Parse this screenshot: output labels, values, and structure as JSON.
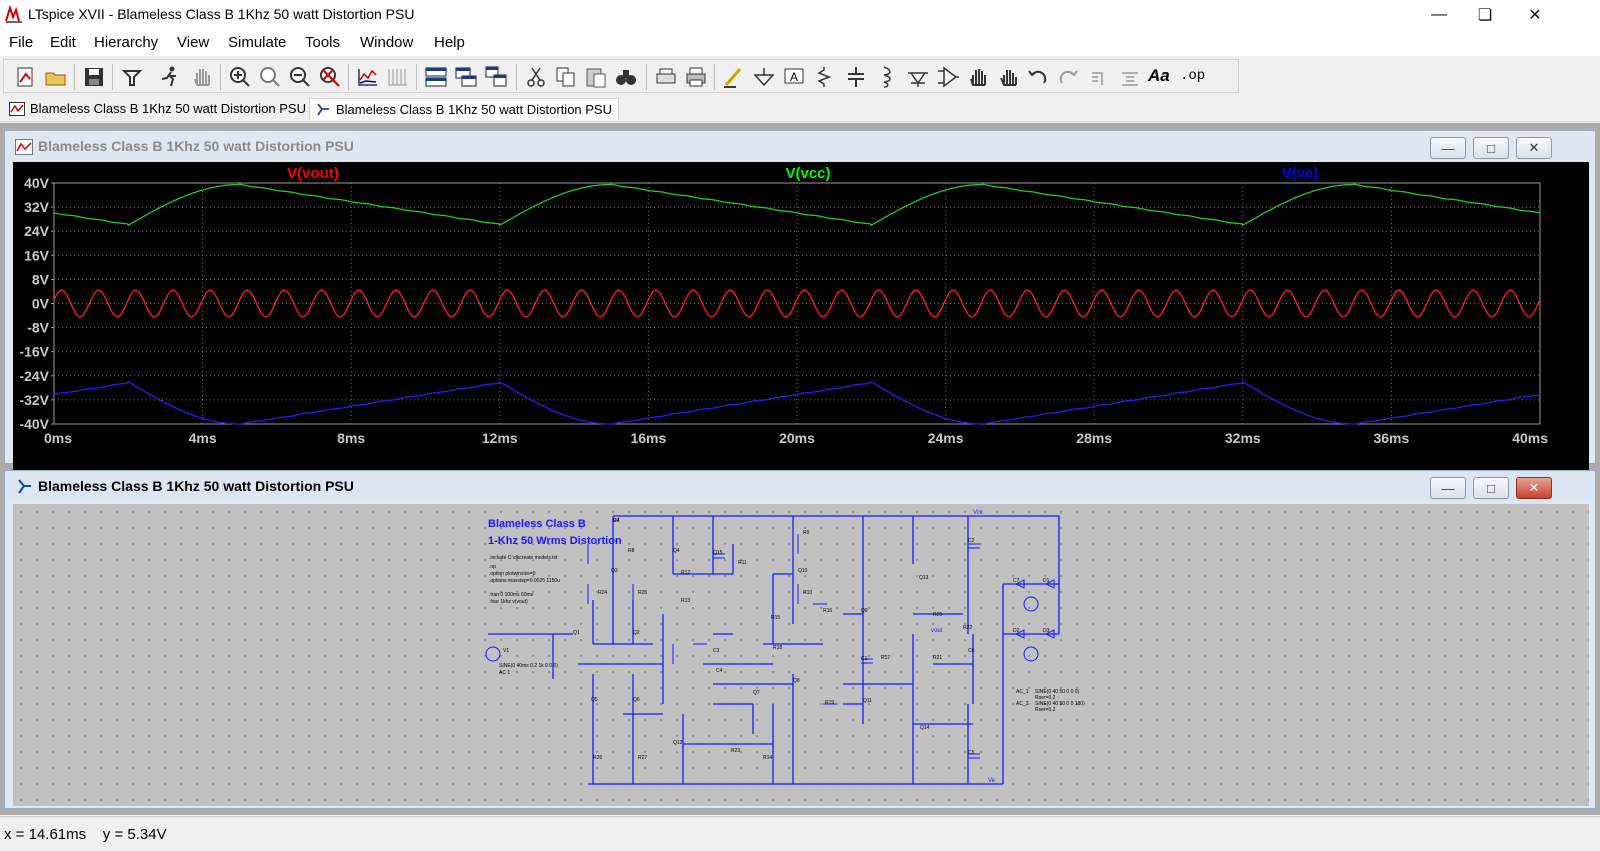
{
  "app": {
    "title": "LTspice XVII - Blameless Class B 1Khz 50 watt Distortion PSU",
    "window_controls": [
      "minimize",
      "maximize",
      "close"
    ]
  },
  "menu": {
    "items": [
      {
        "label": "File",
        "key": "file"
      },
      {
        "label": "Edit",
        "key": "edit"
      },
      {
        "label": "Hierarchy",
        "key": "hierarchy"
      },
      {
        "label": "View",
        "key": "view"
      },
      {
        "label": "Simulate",
        "key": "simulate"
      },
      {
        "label": "Tools",
        "key": "tools"
      },
      {
        "label": "Window",
        "key": "window"
      },
      {
        "label": "Help",
        "key": "help"
      }
    ]
  },
  "toolbar": {
    "icons": [
      "new-schematic-icon",
      "open-icon",
      "save-icon",
      "control-panel-icon",
      "run-icon",
      "halt-icon",
      "zoom-in-icon",
      "zoom-pan-icon",
      "zoom-out-icon",
      "zoom-full-icon",
      "autorange-icon",
      "grid-icon",
      "tile-horizontal-icon",
      "tile-vertical-icon",
      "cascade-icon",
      "cut-icon",
      "copy-icon",
      "paste-icon",
      "find-icon",
      "print-preview-icon",
      "print-icon",
      "draw-wire-icon",
      "ground-icon",
      "label-net-icon",
      "resistor-icon",
      "capacitor-icon",
      "inductor-icon",
      "diode-icon",
      "component-icon",
      "move-icon",
      "drag-icon",
      "undo-icon",
      "redo-icon",
      "rotate-icon",
      "mirror-icon",
      "text-icon",
      "spice-directive-icon"
    ],
    "text_icons": {
      "text": "Aa",
      "spice_directive": ".op"
    }
  },
  "tabs": [
    {
      "label": "Blameless Class B 1Khz 50 watt Distortion PSU",
      "type": "waveform",
      "active": false
    },
    {
      "label": "Blameless Class B 1Khz 50 watt Distortion PSU",
      "type": "schematic",
      "active": true
    }
  ],
  "waveform_window": {
    "title": "Blameless Class B 1Khz 50 watt Distortion PSU",
    "traces": [
      {
        "name": "V(vout)",
        "color": "#ff0000"
      },
      {
        "name": "V(vcc)",
        "color": "#00ff00"
      },
      {
        "name": "V(ve)",
        "color": "#0000ff"
      }
    ]
  },
  "chart_data": {
    "type": "line",
    "xlabel": "",
    "ylabel": "",
    "x_ticks": [
      "0ms",
      "4ms",
      "8ms",
      "12ms",
      "16ms",
      "20ms",
      "24ms",
      "28ms",
      "32ms",
      "36ms",
      "40ms"
    ],
    "y_ticks": [
      "40V",
      "32V",
      "24V",
      "16V",
      "8V",
      "0V",
      "-8V",
      "-16V",
      "-24V",
      "-32V",
      "-40V"
    ],
    "xlim": [
      0,
      40
    ],
    "ylim": [
      -40,
      40
    ],
    "grid": true,
    "legend": "top",
    "series": [
      {
        "name": "V(vout)",
        "color": "#ff0000",
        "waveform": "sine",
        "amplitude": 4.4,
        "offset": 0,
        "frequency_khz": 1
      },
      {
        "name": "V(vcc)",
        "color": "#00ff00",
        "waveform": "rectified-ripple",
        "min": 26,
        "max": 39.5,
        "period_ms": 10,
        "peak_offset_ms": 5,
        "trough_ms": [
          2,
          12,
          22,
          32
        ]
      },
      {
        "name": "V(ve)",
        "color": "#0000ff",
        "waveform": "rectified-ripple",
        "min": -40,
        "max": -26,
        "period_ms": 10,
        "peak_offset_ms": 5,
        "trough_ms": [
          2,
          12,
          22,
          32
        ],
        "inverted": true
      }
    ]
  },
  "schematic_window": {
    "title": "Blameless Class B 1Khz 50 watt Distortion PSU",
    "heading_line1": "Blameless Class B",
    "heading_line2": "1-Khz 50 Wrms Distortion",
    "directives": [
      ".include C:\\dkcreate models.txt",
      ".op",
      ".option plotwinsize=0",
      ".options maxstep=0.0025 1150u",
      ".tran 0 100ms 60ms",
      ".four 1khz v(vout)"
    ],
    "source_labels": [
      "V1",
      "SINE(0 40ms 0.2 1k 0 0 0)",
      "AC 1"
    ],
    "psu_labels": [
      "AC_1",
      "AC_2",
      "SINE(0 40 50 0 0 0)",
      "SINE(0 40 50 0 0 180)",
      "Rser=0.2",
      "Rser=0.2"
    ],
    "net_labels": [
      "Vcc",
      "Ve",
      "vout"
    ],
    "components": [
      "R7",
      "R8",
      "R9",
      "R10",
      "R11",
      "R12",
      "R13",
      "R14",
      "R15",
      "R16",
      "R17",
      "R18",
      "R19",
      "R20",
      "R21",
      "R22",
      "R23",
      "R24",
      "R25",
      "R26",
      "R27",
      "Q1",
      "Q2",
      "Q3",
      "Q4",
      "Q5",
      "Q6",
      "Q7",
      "Q8",
      "Q9",
      "Q10",
      "Q11",
      "Q12",
      "Q13",
      "Q14",
      "Q15",
      "C1",
      "C2",
      "C3",
      "C4",
      "C5",
      "C6",
      "C7",
      "D1",
      "D2",
      "D3",
      "D4"
    ]
  },
  "status": {
    "cursor_readout": "x = 14.61ms    y = 5.34V"
  }
}
